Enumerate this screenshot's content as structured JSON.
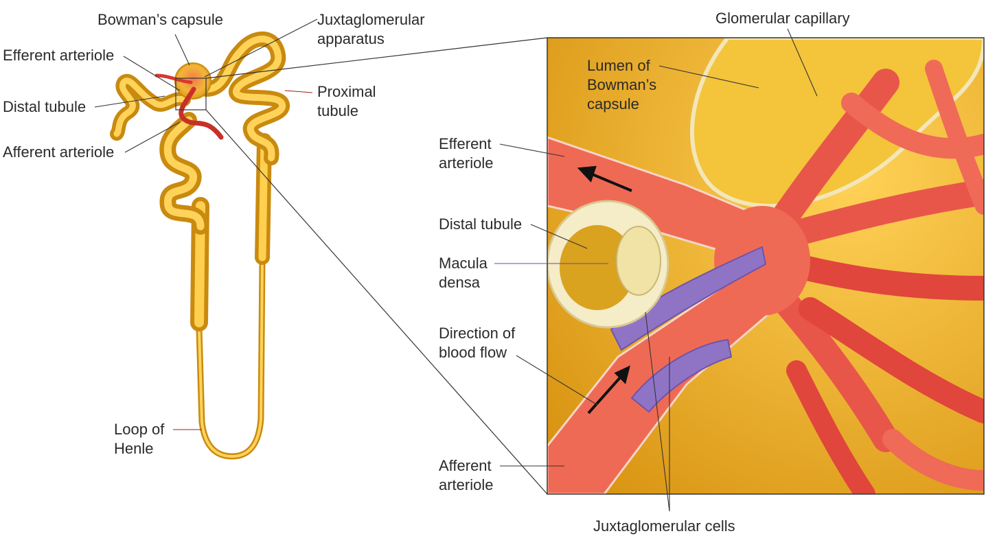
{
  "labels": {
    "bowmans_capsule": "Bowman’s capsule",
    "juxtaglomerular_apparatus": [
      "Juxtaglomerular",
      "apparatus"
    ],
    "efferent_arteriole_left": "Efferent arteriole",
    "distal_tubule_left": "Distal tubule",
    "afferent_arteriole_left": "Afferent arteriole",
    "proximal_tubule": [
      "Proximal",
      "tubule"
    ],
    "loop_of_henle": [
      "Loop of",
      "Henle"
    ],
    "glomerular_capillary": "Glomerular capillary",
    "lumen_of_bowmans_capsule": [
      "Lumen of",
      "Bowman’s",
      "capsule"
    ],
    "efferent_arteriole_right": [
      "Efferent",
      "arteriole"
    ],
    "distal_tubule_right": "Distal tubule",
    "macula_densa": [
      "Macula",
      "densa"
    ],
    "direction_of_blood_flow": [
      "Direction of",
      "blood flow"
    ],
    "afferent_arteriole_right": [
      "Afferent",
      "arteriole"
    ],
    "juxtaglomerular_cells": "Juxtaglomerular cells"
  },
  "colors": {
    "tubule": "#e9ad1f",
    "tubule_dark": "#c98a10",
    "arteriole": "#e0463c",
    "capillary": "#f26a57",
    "capsule_fill": "#f3c43c",
    "juxta_cells": "#8f74c6",
    "leader": "#333333",
    "leader_red": "#9c1c1c"
  }
}
